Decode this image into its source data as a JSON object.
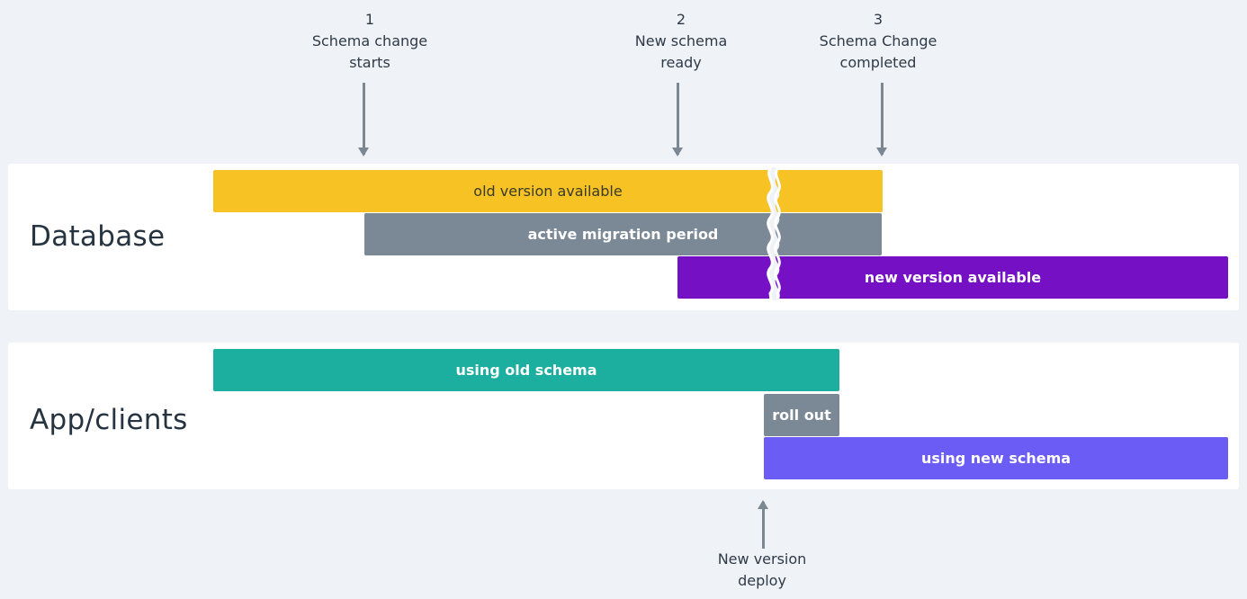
{
  "markers": [
    {
      "number": "1",
      "line1": "Schema change",
      "line2": "starts"
    },
    {
      "number": "2",
      "line1": "New schema",
      "line2": "ready"
    },
    {
      "number": "3",
      "line1": "Schema Change",
      "line2": "completed"
    }
  ],
  "database": {
    "label": "Database",
    "bars": [
      {
        "label": "old version available",
        "color": "#f6c224",
        "text_color": "#3a3a2a"
      },
      {
        "label": "active migration period",
        "color": "#7b8896",
        "text_color": "#ffffff"
      },
      {
        "label": "new version available",
        "color": "#7510c4",
        "text_color": "#ffffff"
      }
    ]
  },
  "app": {
    "label": "App/clients",
    "bars": [
      {
        "label": "using old schema",
        "color": "#1cae9e",
        "text_color": "#ffffff"
      },
      {
        "label": "roll out",
        "color": "#7b8896",
        "text_color": "#ffffff"
      },
      {
        "label": "using new schema",
        "color": "#6b5cf6",
        "text_color": "#ffffff"
      }
    ]
  },
  "deploy": {
    "line1": "New version",
    "line2": "deploy"
  },
  "colors": {
    "background": "#eff2f6",
    "panel": "#ffffff",
    "arrow": "#7c8794",
    "text": "#263341"
  }
}
